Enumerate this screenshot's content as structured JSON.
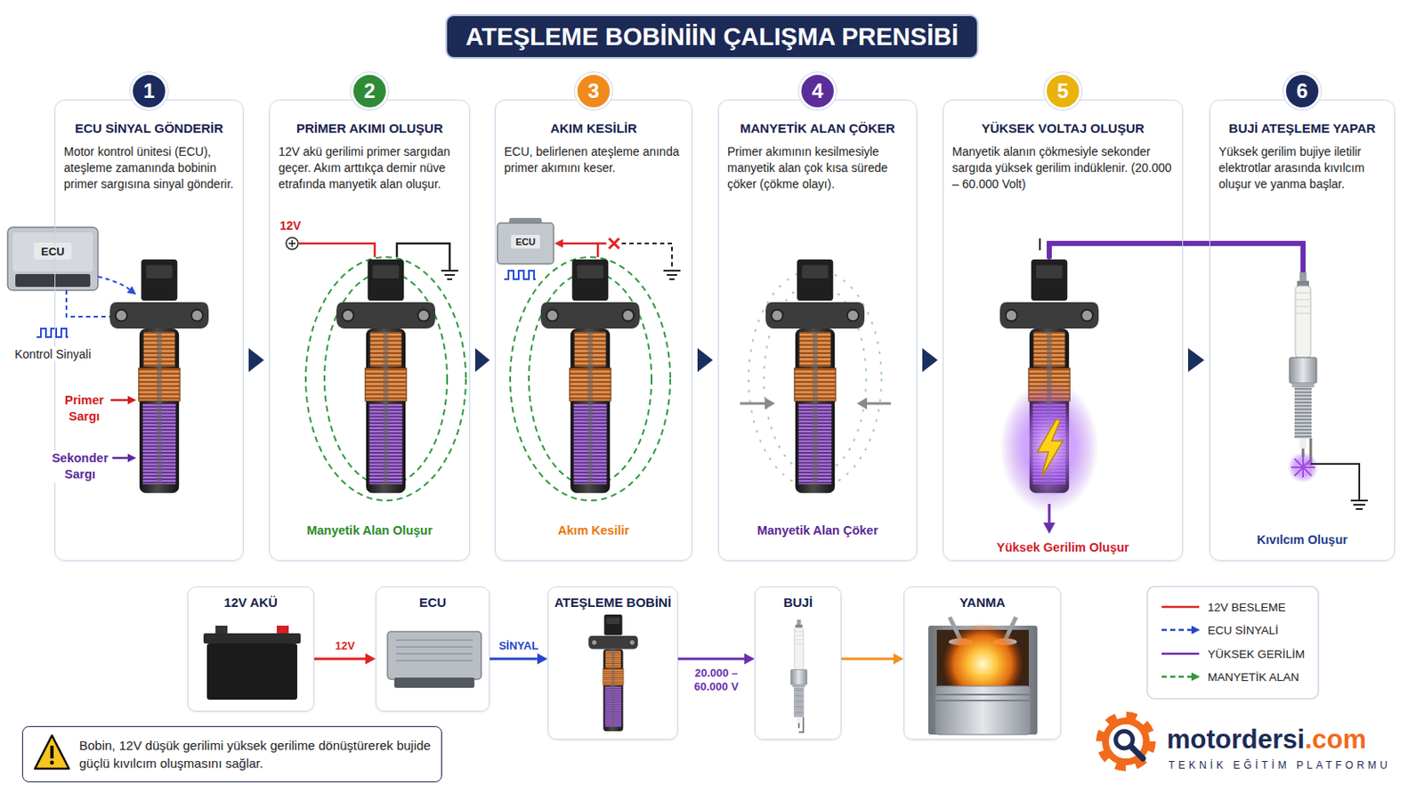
{
  "diagram": {
    "title": "ATEŞLEME BOBİNİİN ÇALIŞMA PRENSİBİ",
    "nodes": [
      {
        "text": [
          "ECU SİNYAL GÖNDERİR",
          "Motor kontrol ünitesi (ECU), ateşleme zamanında bobinin primer sargısına sinyal gönderir."
        ]
      },
      {
        "text": [
          "1"
        ],
        "in": 0
      },
      {
        "text": [
          "PRİMER AKIMI OLUŞUR",
          "12V akü gerilimi primer sargıdan geçer. Akım arttıkça demir nüve etrafında manyetik alan oluşur.",
          "Manyetik Alan Oluşur"
        ]
      },
      {
        "text": [
          "2"
        ],
        "in": 2
      },
      {
        "text": [
          "AKIM KESİLİR",
          "ECU, belirlenen ateşleme anında primer akımını keser.",
          "Akım Kesilir"
        ]
      },
      {
        "text": [
          "3"
        ],
        "in": 4
      },
      {
        "text": [
          "MANYETİK ALAN ÇÖKER",
          "Primer akımının kesilmesiyle manyetik alan çok kısa sürede çöker (çökme olayı).",
          "Manyetik Alan Çöker"
        ]
      },
      {
        "text": [
          "4"
        ],
        "in": 6
      },
      {
        "text": [
          "YÜKSEK VOLTAJ OLUŞUR",
          "Manyetik alanın çökmesiyle sekonder sargıda yüksek gerilim indüklenir. (20.000 – 60.000 Volt)",
          "Yüksek Gerilim Oluşur"
        ]
      },
      {
        "text": [
          "5"
        ],
        "in": 8
      },
      {
        "text": [
          "BUJİ ATEŞLEME YAPAR",
          "Yüksek gerilim bujiye iletilir elektrotlar arasında kıvılcım oluşur ve yanma başlar.",
          "Kıvılcım Oluşur"
        ]
      },
      {
        "text": [
          "6"
        ],
        "in": 10
      },
      {
        "text": [
          "12V AKÜ"
        ]
      },
      {
        "text": [
          "ECU"
        ]
      },
      {
        "text": [
          "ATEŞLEME BOBİNİ"
        ]
      },
      {
        "text": [
          "BUJİ"
        ]
      },
      {
        "text": [
          "YANMA"
        ]
      },
      {
        "text": [
          "Bobin, 12V düşük gerilimi yüksek gerilime dönüştürerek bujide güçlü kıvılcım oluşmasını sağlar."
        ]
      }
    ],
    "edges": [
      {
        "from": 0,
        "to": 2,
        "arrow": "to"
      },
      {
        "from": 2,
        "to": 4,
        "arrow": "to"
      },
      {
        "from": 4,
        "to": 6,
        "arrow": "to"
      },
      {
        "from": 6,
        "to": 8,
        "arrow": "to"
      },
      {
        "from": 8,
        "to": 10,
        "arrow": "to"
      },
      {
        "from": 12,
        "to": 13,
        "label": "12V",
        "arrow": "to"
      },
      {
        "from": 13,
        "to": 14,
        "label": "SİNYAL",
        "arrow": "to"
      },
      {
        "from": 14,
        "to": 15,
        "label": "20.000 – 60.000 V",
        "arrow": "to"
      },
      {
        "from": 15,
        "to": 16,
        "arrow": "to"
      }
    ],
    "labels": [
      "ECU",
      "Kontrol Sinyali",
      "Primer Sargı",
      "Sekonder Sargı",
      "12V",
      "ECU",
      "motordersi",
      ".com",
      "TEKNİK EĞİTİM PLATFORMU"
    ],
    "legend": [
      {
        "text": "12V BESLEME"
      },
      {
        "text": "ECU SİNYALİ"
      },
      {
        "text": "YÜKSEK GERİLİM"
      },
      {
        "text": "MANYETİK ALAN"
      }
    ]
  }
}
